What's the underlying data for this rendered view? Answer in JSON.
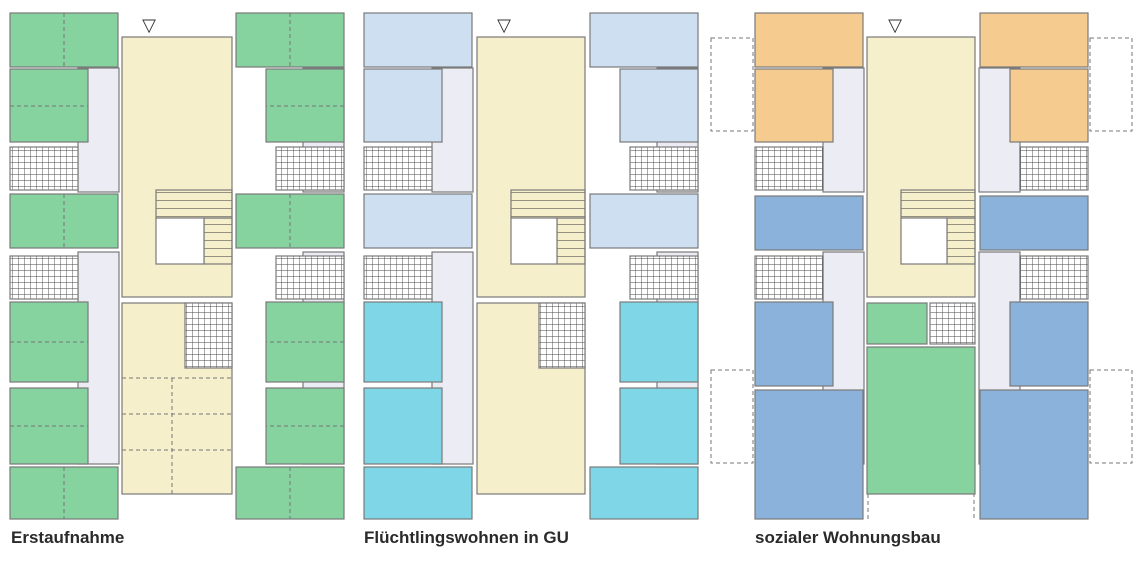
{
  "captions": {
    "erstaufnahme": "Erstaufnahme",
    "gu": "Flüchtlingswohnen in GU",
    "sozial": "sozialer Wohnungsbau"
  },
  "entrance_marker": "▽",
  "colors": {
    "green": "#86d3a0",
    "yellow": "#f5efcc",
    "light_blue": "#cddff0",
    "cyan": "#7fd6e6",
    "blue": "#8ab2da",
    "orange": "#f5cb8f",
    "corridor": "#ececf4",
    "grid": "#ffffff",
    "stroke": "#7a7a7a"
  }
}
